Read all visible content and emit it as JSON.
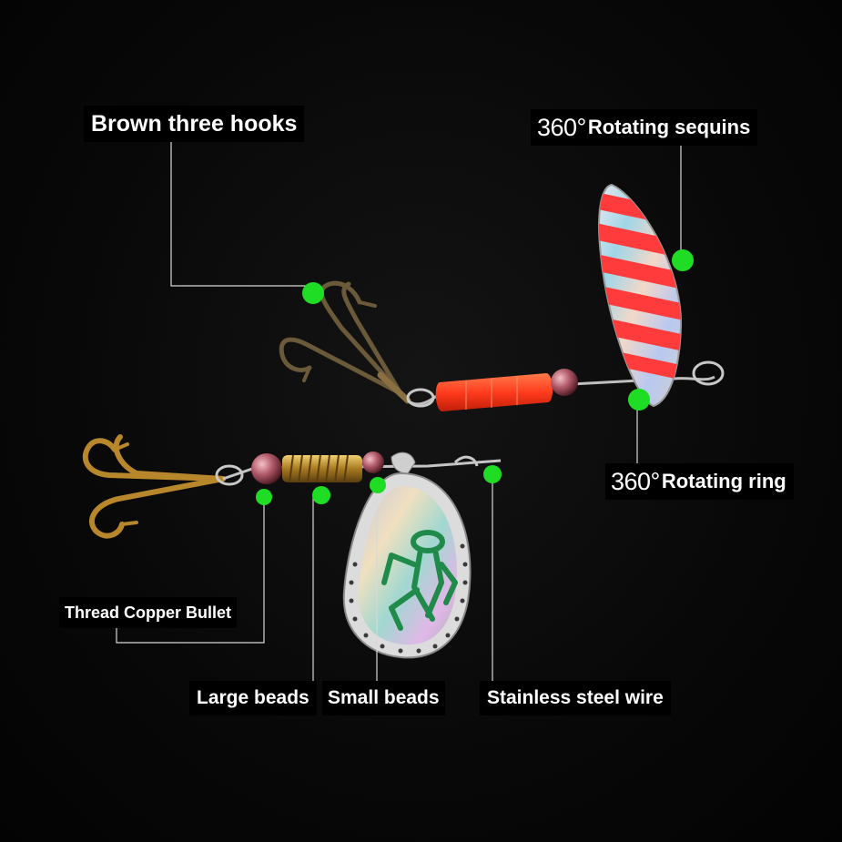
{
  "labels": {
    "brown_three_hooks": "Brown three hooks",
    "rotating_sequins_degree": "360°",
    "rotating_sequins": "Rotating sequins",
    "rotating_ring_degree": "360°",
    "rotating_ring": "Rotating ring",
    "thread_copper_bullet": "Thread Copper Bullet",
    "large_beads": "Large beads",
    "small_beads": "Small beads",
    "stainless_steel_wire": "Stainless steel wire"
  },
  "colors": {
    "background": "#050505",
    "label_bg": "#000000",
    "label_text": "#ffffff",
    "marker_dot": "#1fdc24",
    "leader_line": "#d8d8d8",
    "bullet_red": "#ff3b1e",
    "gold_hook": "#b8862b",
    "bronze_hook": "#6b5a3a",
    "blade_stripe": "#ff3b3b",
    "frog_green": "#1f8a4a"
  }
}
